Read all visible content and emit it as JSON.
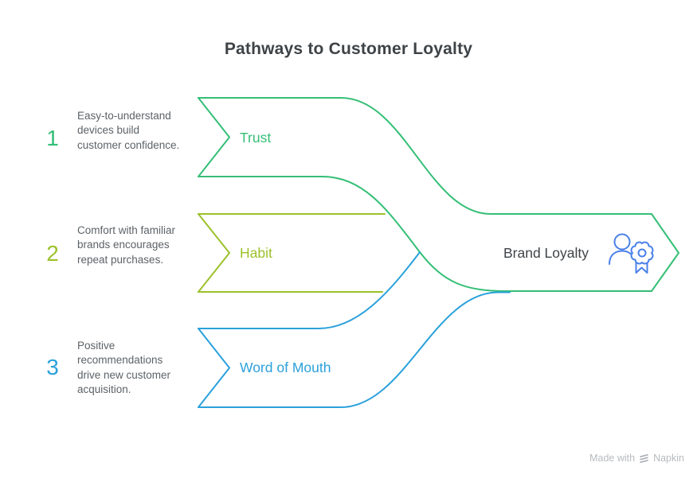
{
  "title": "Pathways to Customer Loyalty",
  "steps": [
    {
      "number": "1",
      "description": "Easy-to-understand devices build customer confidence.",
      "label": "Trust",
      "color": "#34bf76"
    },
    {
      "number": "2",
      "description": "Comfort with familiar brands encourages repeat purchases.",
      "label": "Habit",
      "color": "#9cc12b"
    },
    {
      "number": "3",
      "description": "Positive recommendations drive new customer acquisition.",
      "label": "Word of Mouth",
      "color": "#2ba1db"
    }
  ],
  "result": {
    "label": "Brand Loyalty",
    "icon": "person-award-icon",
    "outline_color": "#34bf76",
    "icon_color": "#4a80e9"
  },
  "footer": {
    "made_with": "Made with",
    "brand": "Napkin"
  },
  "palette": {
    "title_text": "#3e4347",
    "body_text": "#5d6267",
    "footer_text": "#b7bbbf",
    "background": "#ffffff"
  }
}
